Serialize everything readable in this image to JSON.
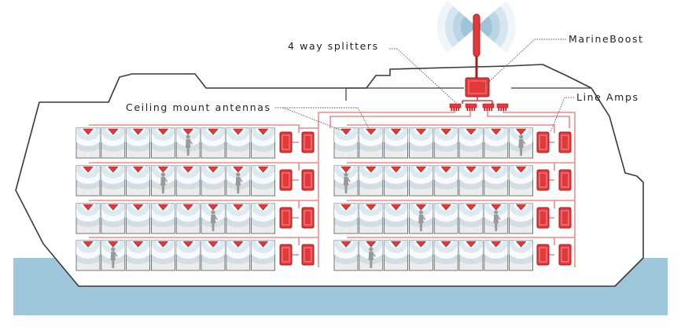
{
  "labels": {
    "splitters": "4 way splitters",
    "booster": "MarineBoost",
    "ceiling": "Ceiling mount antennas",
    "amps": "Line Amps"
  },
  "colors": {
    "water": "#9ec7dc",
    "hull_stroke": "#3a3a3a",
    "hull_fill": "#ffffff",
    "cable": "#f08a8a",
    "device": "#e5383b",
    "device_stroke": "#a01d22",
    "room_fill": "#ececec",
    "room_stroke": "#555555",
    "signal": "#5f9fc2",
    "person": "#9a9a9a",
    "leader": "#555555"
  },
  "icons": [
    "rf-signal-icon",
    "antenna-mast-icon",
    "person-icon"
  ],
  "decks": [
    {
      "left_people": [
        4
      ],
      "right_people": [
        7
      ]
    },
    {
      "left_people": [
        3,
        6
      ],
      "right_people": [
        0
      ]
    },
    {
      "left_people": [
        5
      ],
      "right_people": [
        3,
        6
      ]
    },
    {
      "left_people": [
        1
      ],
      "right_people": [
        1
      ]
    }
  ]
}
